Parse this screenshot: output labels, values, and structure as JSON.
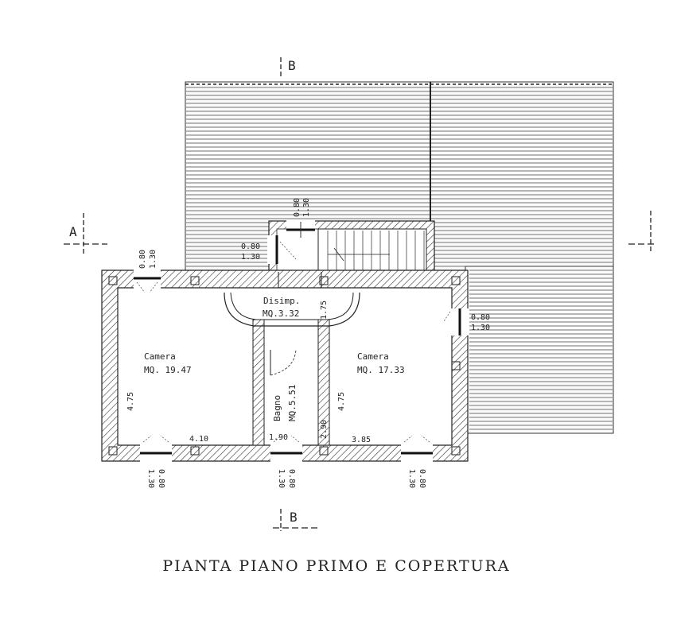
{
  "caption": "PIANTA PIANO PRIMO E COPERTURA",
  "sections": {
    "a_left": "A",
    "b_top": "B",
    "b_bottom": "B"
  },
  "rooms": {
    "camera_left": {
      "name": "Camera",
      "area": "MQ. 19.47"
    },
    "disimp": {
      "name": "Disimp.",
      "area": "MQ.3.32"
    },
    "camera_right": {
      "name": "Camera",
      "area": "MQ. 17.33"
    },
    "bagno": {
      "name": "Bagno",
      "area": "MQ.5.51"
    }
  },
  "dims": {
    "d_475_left": "4.75",
    "d_410": "4.10",
    "d_175": "1.75",
    "d_475_right": "4.75",
    "d_385": "3.85",
    "d_190": "1.90",
    "d_290": "2.90"
  },
  "openings": {
    "top_stair": [
      "0.80",
      "1.30"
    ],
    "left_stair": [
      "0.80",
      "1.30"
    ],
    "nw_window": [
      "0.80",
      "1.30"
    ],
    "east_window": [
      "0.80",
      "1.30"
    ],
    "bottom_left": [
      "1.30",
      "0.80"
    ],
    "bottom_mid": [
      "1.30",
      "0.80"
    ],
    "bottom_right": [
      "1.30",
      "0.80"
    ]
  }
}
